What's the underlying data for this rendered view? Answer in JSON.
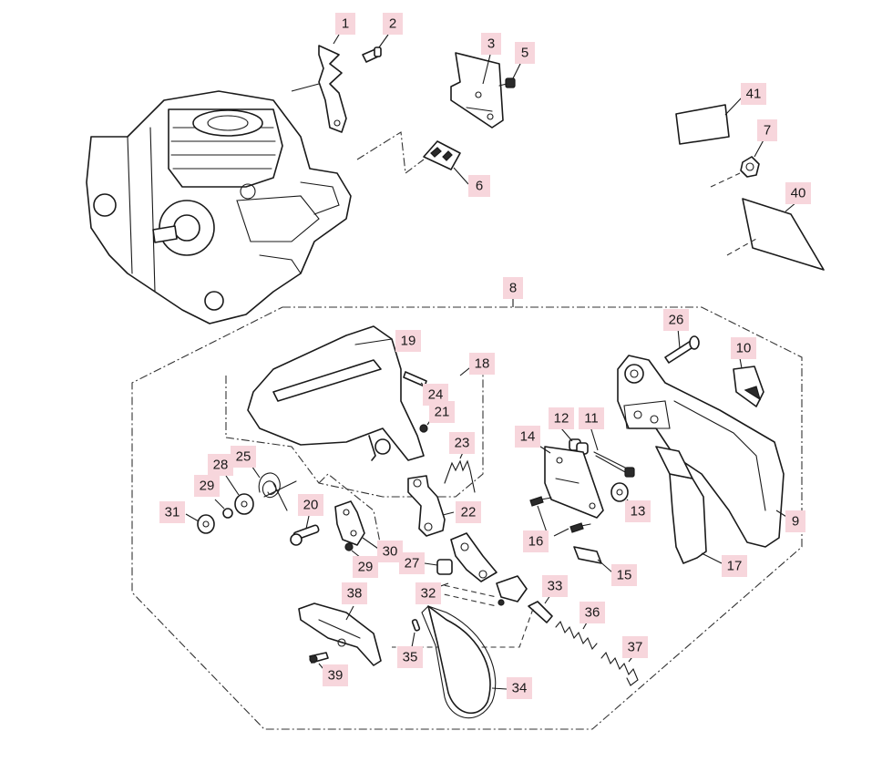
{
  "callouts": [
    "1",
    "2",
    "3",
    "5",
    "41",
    "7",
    "6",
    "40",
    "8",
    "26",
    "10",
    "19",
    "18",
    "24",
    "21",
    "12",
    "11",
    "14",
    "23",
    "28",
    "25",
    "29",
    "31",
    "20",
    "22",
    "13",
    "9",
    "16",
    "30",
    "29",
    "27",
    "17",
    "15",
    "38",
    "32",
    "33",
    "36",
    "37",
    "35",
    "39",
    "34"
  ]
}
